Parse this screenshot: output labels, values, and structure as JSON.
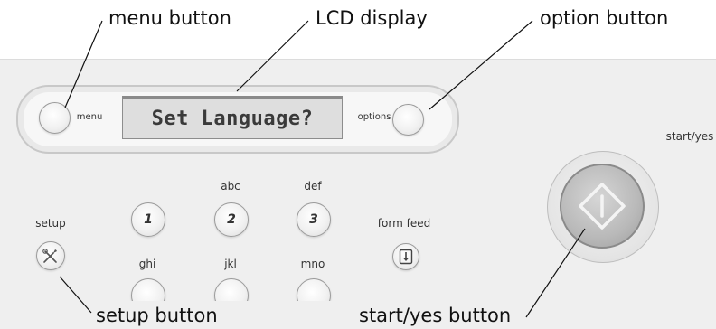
{
  "callouts": {
    "menu_button": "menu button",
    "lcd_display": "LCD display",
    "option_button": "option button",
    "setup_button": "setup button",
    "start_yes_button": "start/yes button"
  },
  "panel": {
    "menu_label": "menu",
    "options_label": "options",
    "lcd_text": "Set Language?",
    "setup_label": "setup",
    "form_feed_label": "form feed",
    "start_yes_label": "start/yes",
    "keypad": {
      "keys": [
        {
          "number": "1",
          "letters": ""
        },
        {
          "number": "2",
          "letters": "abc"
        },
        {
          "number": "3",
          "letters": "def"
        }
      ],
      "second_row_letters": [
        "ghi",
        "jkl",
        "mno"
      ]
    }
  },
  "icons": [
    "wrench-screwdriver-icon",
    "form-feed-arrow-icon",
    "start-diamond-icon"
  ],
  "colors": {
    "panel": "#efefef",
    "lcd": "#dedede",
    "start_button": "#b9b9b9"
  }
}
